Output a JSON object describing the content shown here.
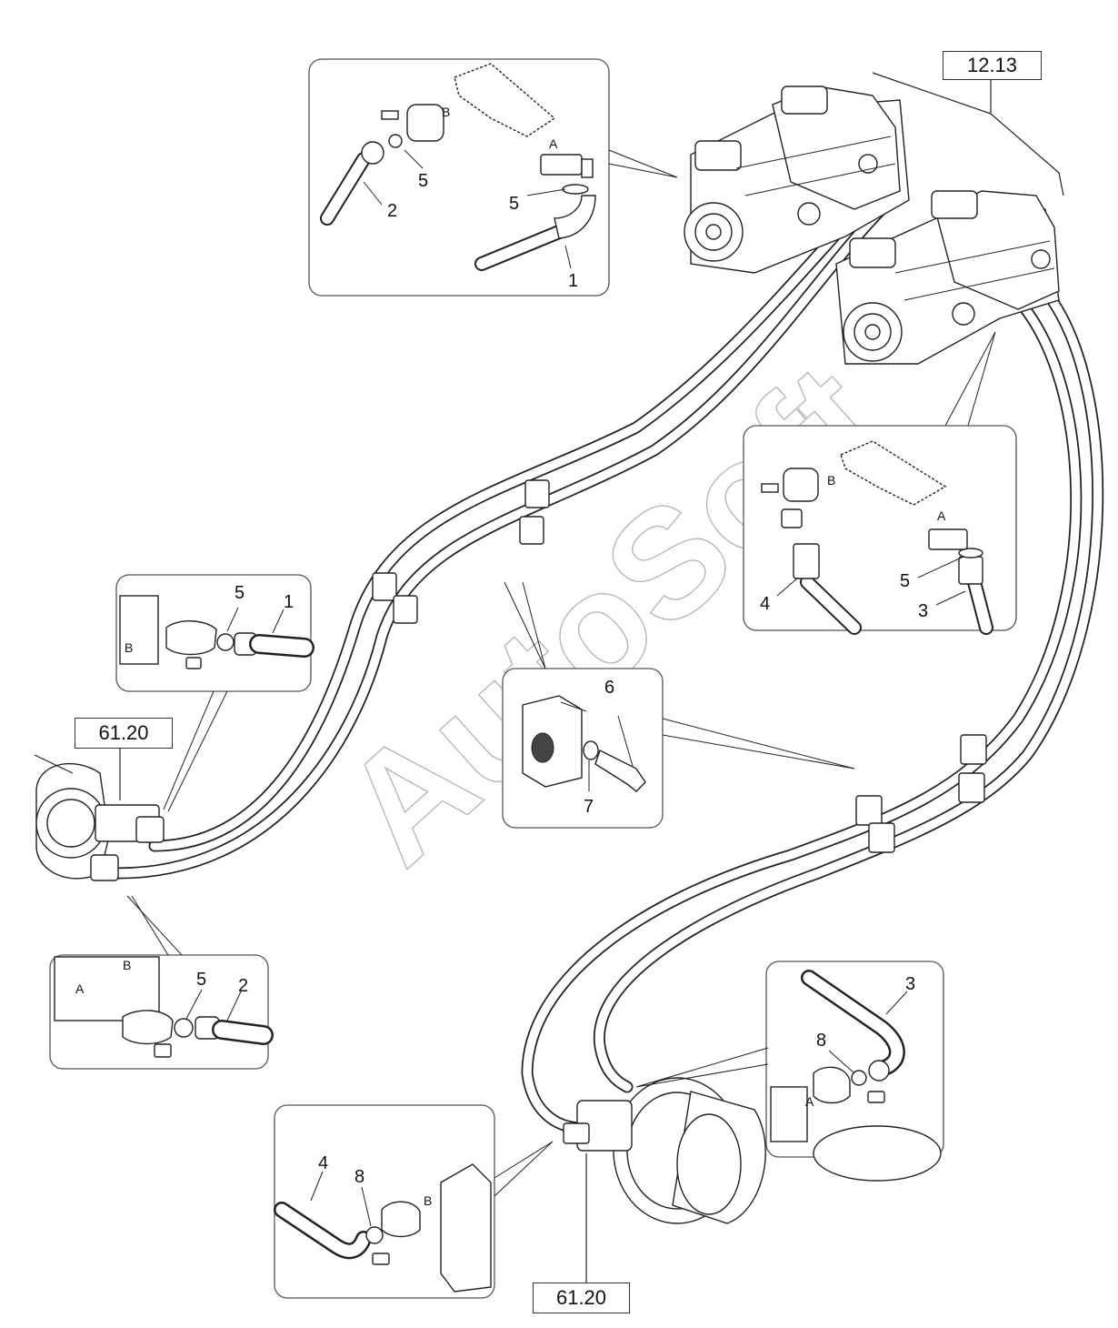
{
  "watermark": "AutoSoft",
  "reference_boxes": {
    "top_right": "12.13",
    "left": "61.20",
    "bottom": "61.20"
  },
  "detail_top_left": {
    "callouts": [
      "2",
      "5",
      "5",
      "1"
    ],
    "letters": [
      "B",
      "A"
    ]
  },
  "detail_right": {
    "callouts": [
      "4",
      "5",
      "3"
    ],
    "letters": [
      "B",
      "A"
    ]
  },
  "detail_mid_left": {
    "callouts": [
      "5",
      "1"
    ],
    "letters": [
      "B"
    ]
  },
  "detail_clamp": {
    "callouts": [
      "6",
      "7"
    ]
  },
  "detail_lower_left": {
    "callouts": [
      "5",
      "2"
    ],
    "letters": [
      "A",
      "B"
    ]
  },
  "detail_lower_right": {
    "callouts": [
      "3",
      "8"
    ],
    "letters": [
      "A"
    ]
  },
  "detail_bottom": {
    "callouts": [
      "4",
      "8"
    ],
    "letters": [
      "B"
    ]
  }
}
